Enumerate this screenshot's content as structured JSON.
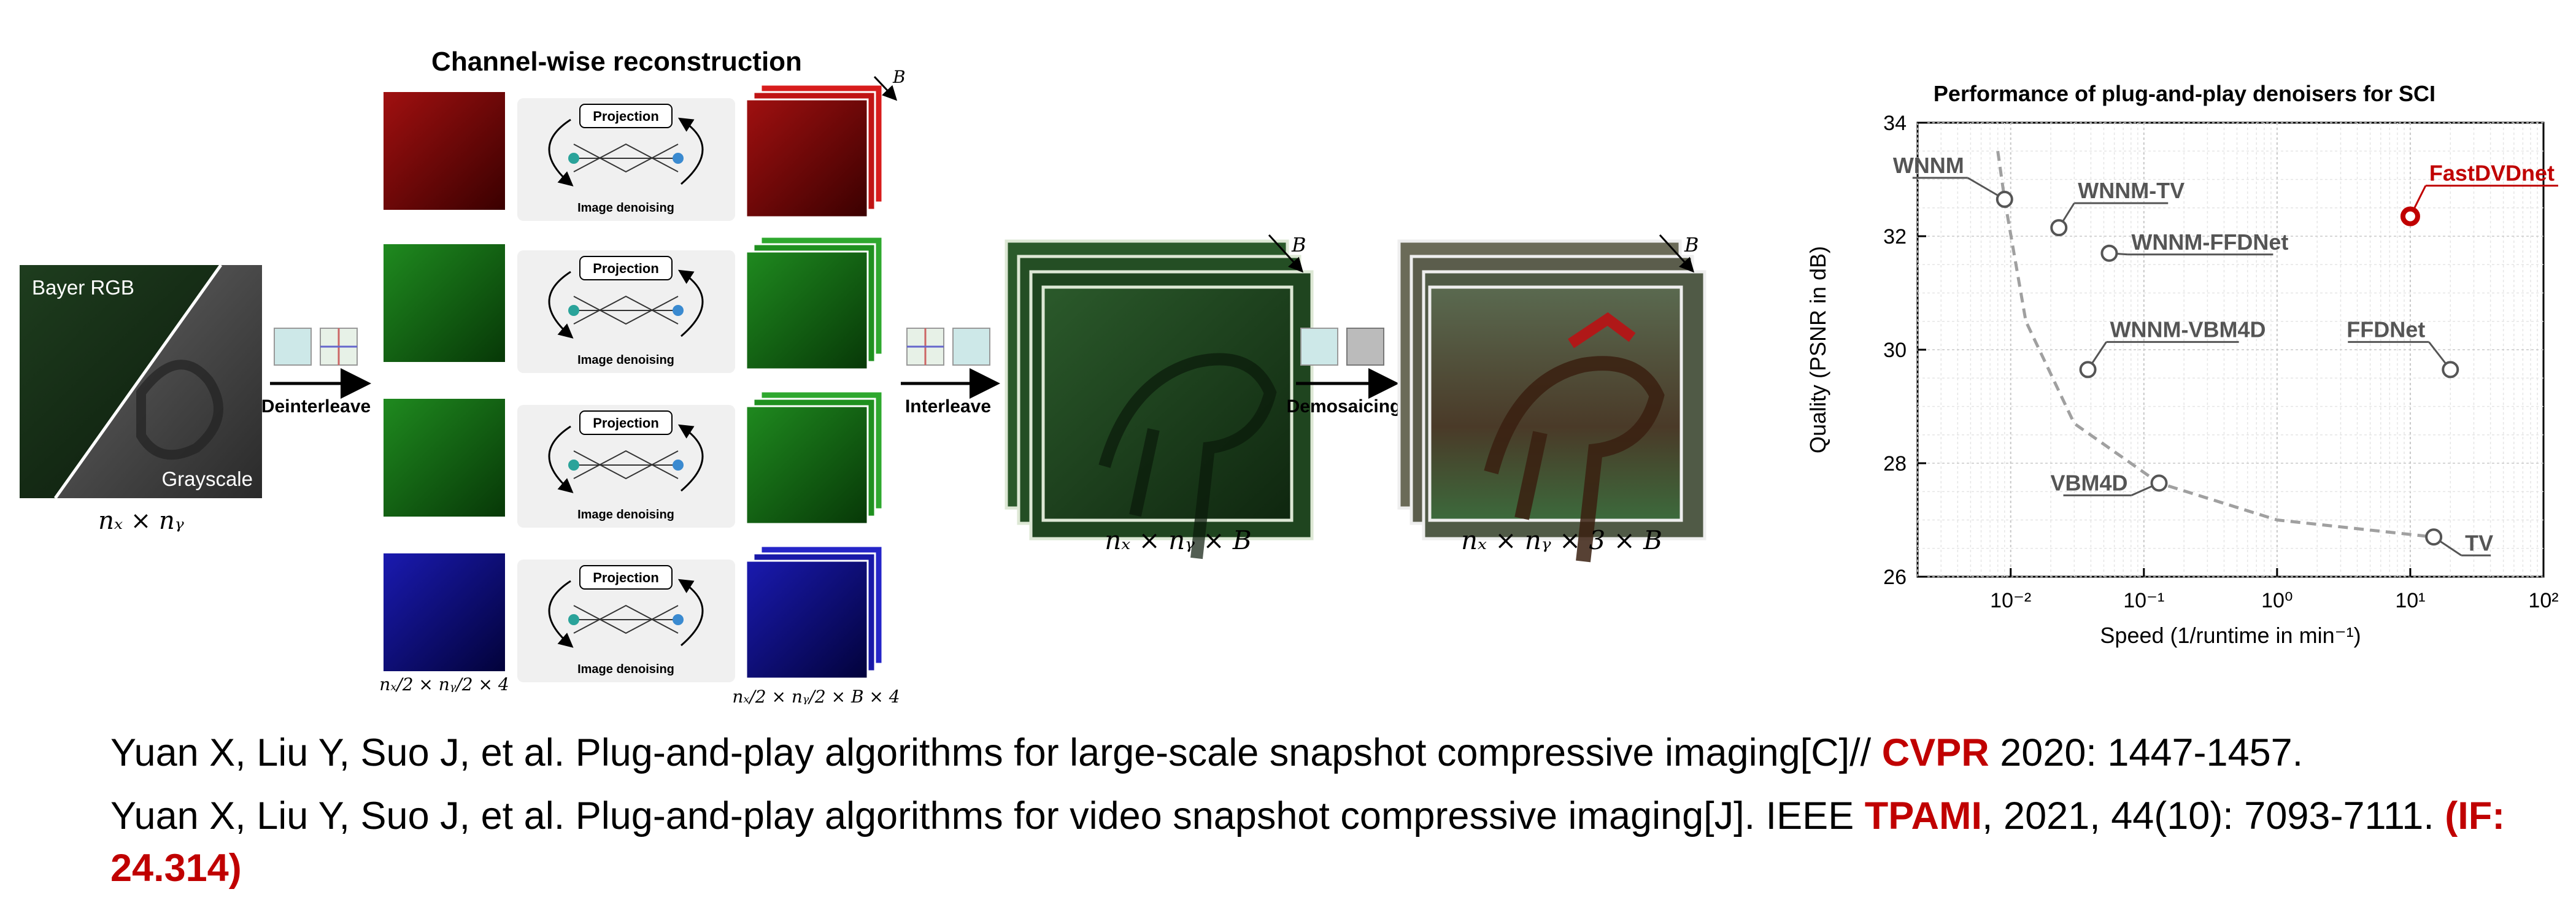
{
  "pipeline": {
    "input": {
      "bayer_label": "Bayer RGB",
      "gray_label": "Grayscale",
      "dim": "nₓ × nᵧ"
    },
    "stage_title": "Channel-wise reconstruction",
    "module": {
      "projection_label": "Projection",
      "denoise_label": "Image denoising"
    },
    "channel_dim_in": "nₓ/2 × nᵧ/2 × 4",
    "channel_dim_out": "nₓ/2 × nᵧ/2 × B × 4",
    "B_label": "B",
    "ops": {
      "deinterleave": "Deinterleave",
      "interleave": "Interleave",
      "demosaicing": "Demosaicing"
    },
    "mosaic_dim": "nₓ × nᵧ × B",
    "rgb_dim": "nₓ × nᵧ × 3 × B",
    "colors": {
      "red": "#c00000",
      "green": "#0a8a1a",
      "blue": "#1010b0",
      "teal": "#2aa39a"
    }
  },
  "chart_data": {
    "type": "scatter",
    "title": "Performance of plug-and-play denoisers for SCI",
    "xlabel": "Speed (1/runtime in min⁻¹)",
    "ylabel": "Quality (PSNR in dB)",
    "xscale": "log",
    "xlim": [
      0.002,
      100
    ],
    "ylim": [
      26,
      34
    ],
    "xticks": [
      "10⁻²",
      "10⁻¹",
      "10⁰",
      "10¹",
      "10²"
    ],
    "yticks": [
      "26",
      "28",
      "30",
      "32",
      "34"
    ],
    "grid": true,
    "points": [
      {
        "label": "WNNM",
        "x": 0.009,
        "y": 32.65,
        "color": "#555555"
      },
      {
        "label": "WNNM-TV",
        "x": 0.023,
        "y": 32.15,
        "color": "#555555"
      },
      {
        "label": "WNNM-FFDNet",
        "x": 0.055,
        "y": 31.7,
        "color": "#555555"
      },
      {
        "label": "WNNM-VBM4D",
        "x": 0.038,
        "y": 29.65,
        "color": "#555555"
      },
      {
        "label": "VBM4D",
        "x": 0.13,
        "y": 27.65,
        "color": "#555555"
      },
      {
        "label": "FFDNet",
        "x": 20,
        "y": 29.65,
        "color": "#555555"
      },
      {
        "label": "TV",
        "x": 15,
        "y": 26.7,
        "color": "#555555"
      },
      {
        "label": "FastDVDnet",
        "x": 10,
        "y": 32.35,
        "color": "#c00000"
      }
    ],
    "trend": [
      [
        0.008,
        33.5
      ],
      [
        0.009,
        32.65
      ],
      [
        0.013,
        30.5
      ],
      [
        0.03,
        28.7
      ],
      [
        0.13,
        27.65
      ],
      [
        1,
        27.0
      ],
      [
        15,
        26.7
      ]
    ]
  },
  "references": [
    {
      "text_pre": "Yuan X, Liu Y, Suo J, et al. Plug-and-play algorithms for large-scale snapshot compressive imaging[C]// ",
      "venue": "CVPR",
      "text_post": " 2020: 1447-1457.",
      "impact": ""
    },
    {
      "text_pre": "Yuan X, Liu Y, Suo J, et al. Plug-and-play algorithms for video snapshot compressive imaging[J]. IEEE ",
      "venue": "TPAMI",
      "text_post": ", 2021, 44(10): 7093-7111. ",
      "impact": "(IF: 24.314)"
    }
  ]
}
